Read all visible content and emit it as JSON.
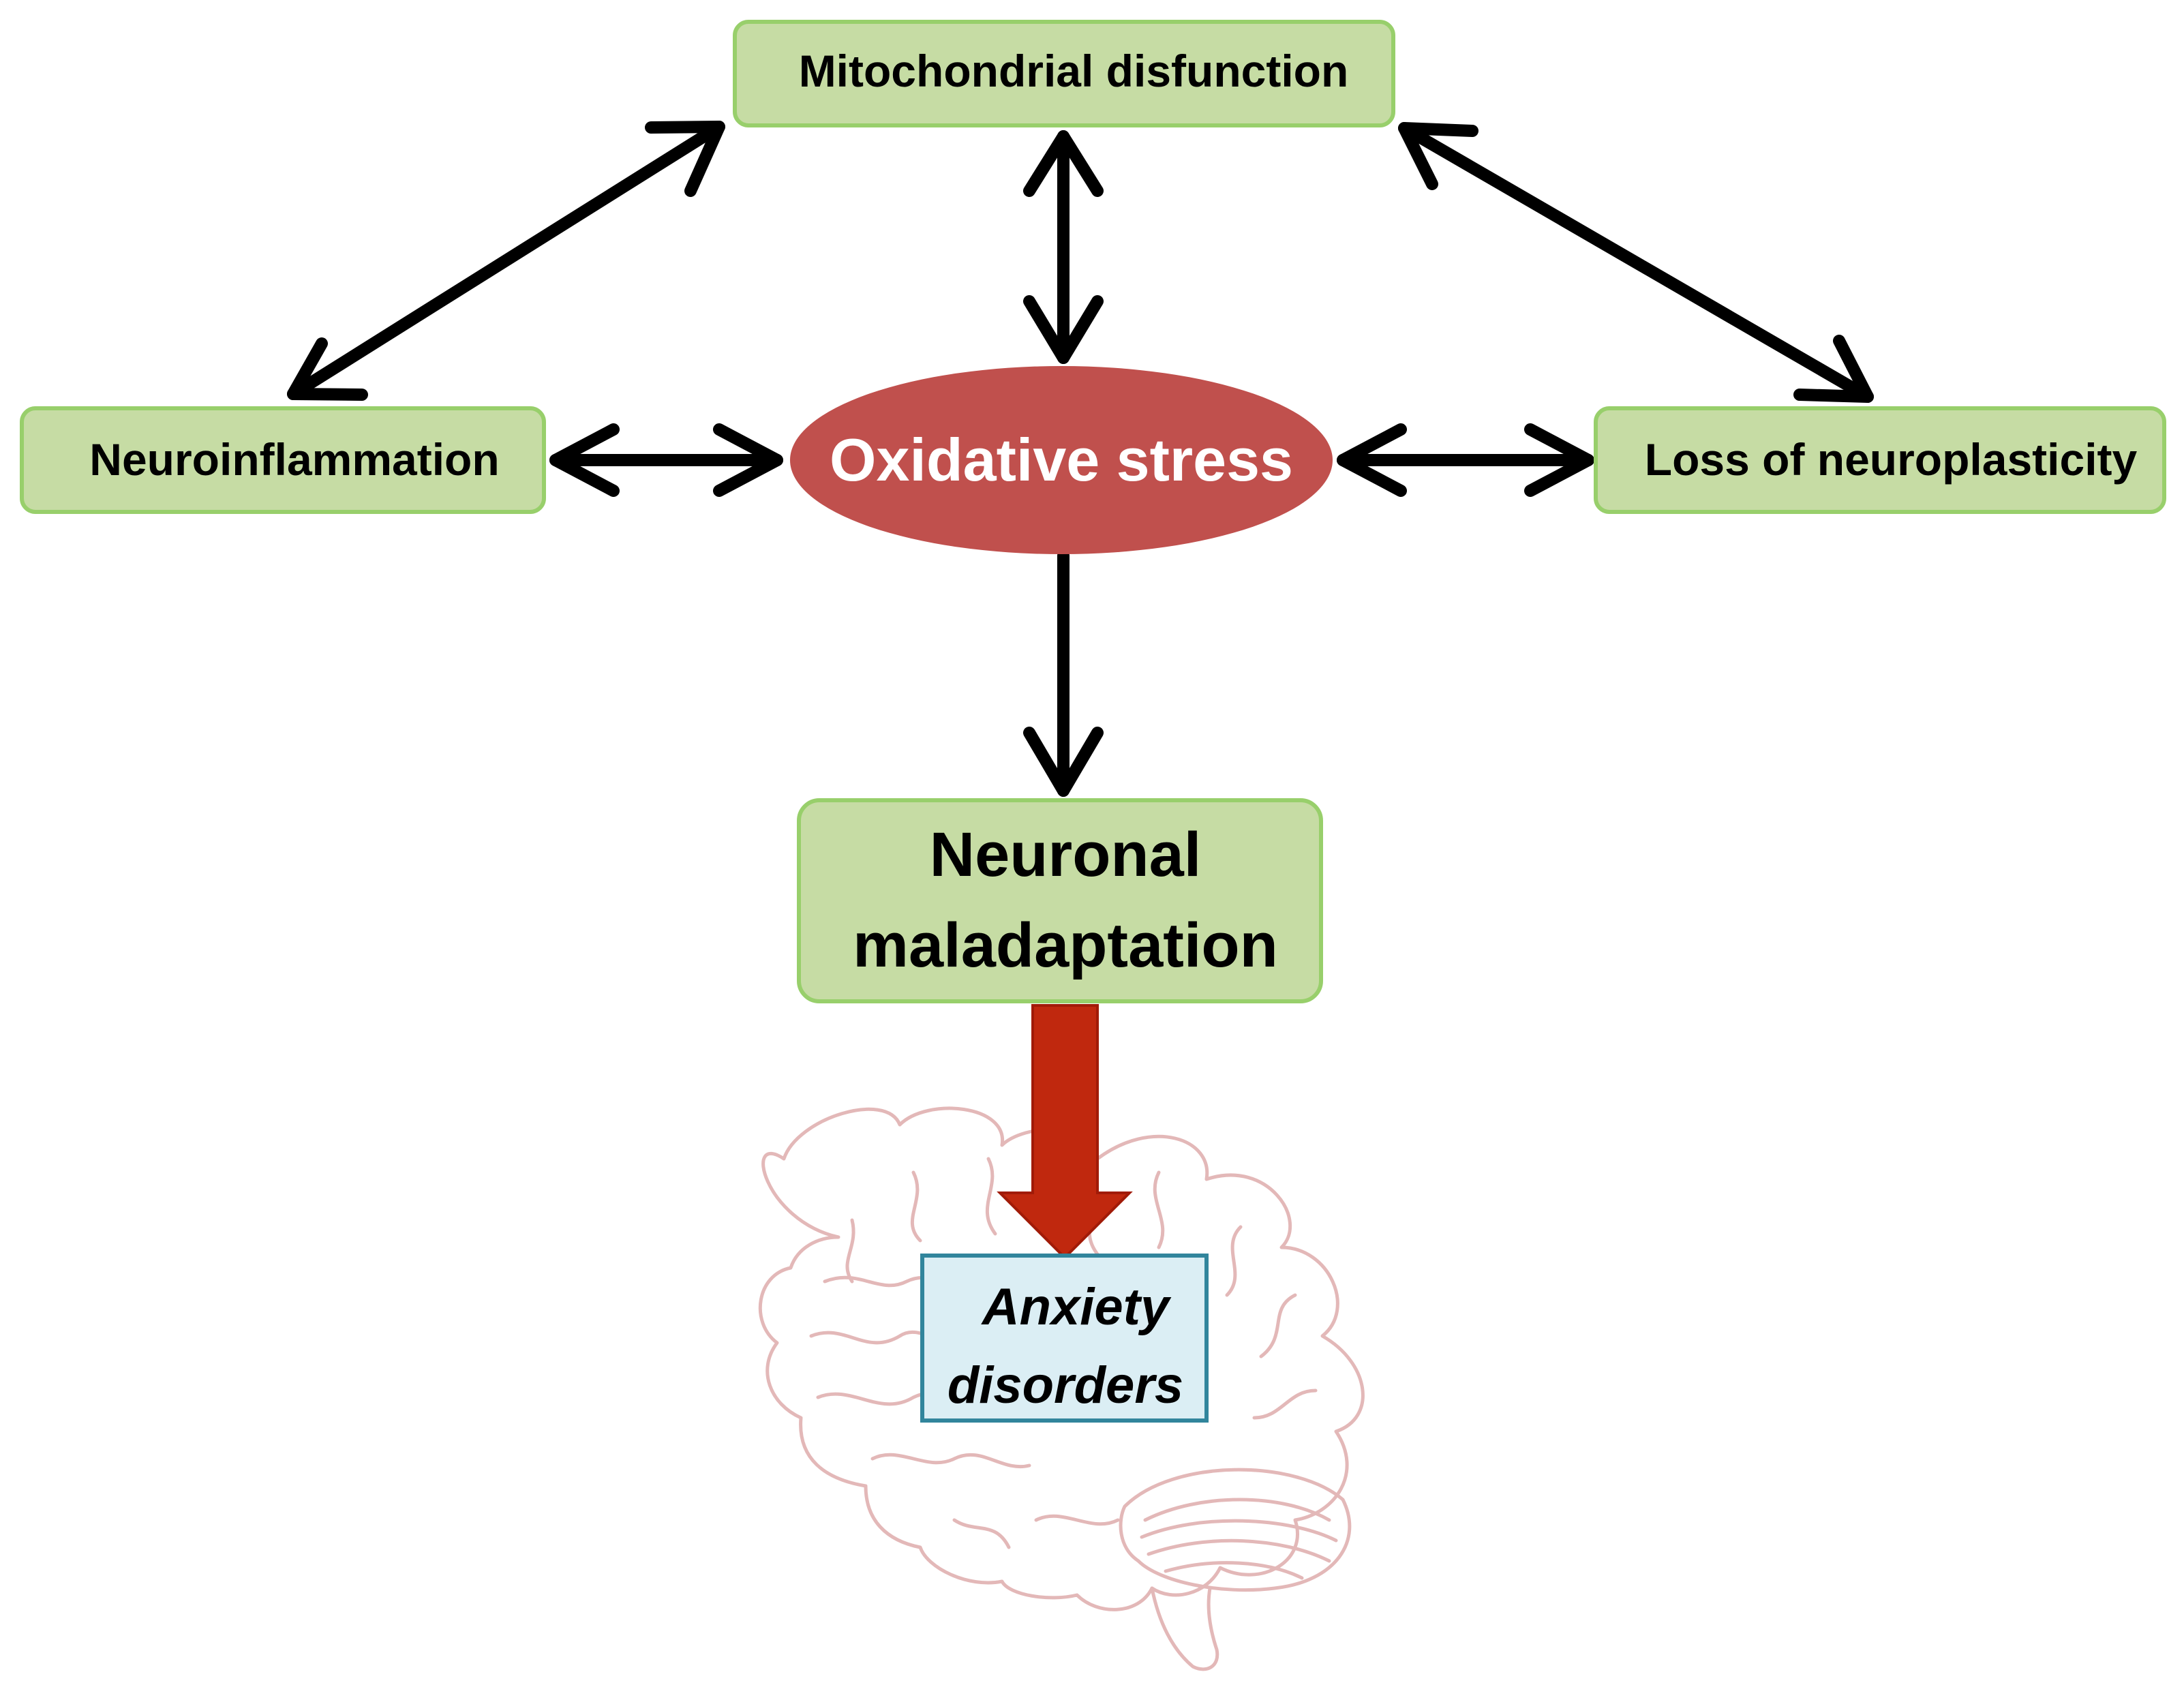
{
  "nodes": {
    "mitochondrial": {
      "label": "Mitochondrial disfunction"
    },
    "neuroinflammation": {
      "label": "Neuroinflammation"
    },
    "oxidative": {
      "label": "Oxidative stress"
    },
    "neuroplasticity": {
      "label": "Loss of neuroplasticity"
    },
    "maladaptation": {
      "line1": "Neuronal",
      "line2": "maladaptation"
    },
    "anxiety": {
      "line1": "Anxiety",
      "line2": "disorders"
    }
  },
  "edges": [
    {
      "from": "mitochondrial",
      "to": "neuroinflammation",
      "direction": "both"
    },
    {
      "from": "mitochondrial",
      "to": "oxidative",
      "direction": "both"
    },
    {
      "from": "mitochondrial",
      "to": "neuroplasticity",
      "direction": "both"
    },
    {
      "from": "neuroinflammation",
      "to": "oxidative",
      "direction": "both"
    },
    {
      "from": "oxidative",
      "to": "neuroplasticity",
      "direction": "both"
    },
    {
      "from": "oxidative",
      "to": "maladaptation",
      "direction": "forward"
    },
    {
      "from": "maladaptation",
      "to": "anxiety",
      "direction": "forward",
      "style": "thick-red"
    }
  ],
  "colors": {
    "box_fill": "#c6dca4",
    "box_border": "#98cf6b",
    "ellipse_fill": "#c0504d",
    "ellipse_text": "#ffffff",
    "anxiety_fill": "#dbeef4",
    "anxiety_border": "#31859c",
    "big_arrow": "#c0280e",
    "big_arrow_edge": "#a11b08",
    "brain_line": "#e3b8b8",
    "arrow": "#000000"
  },
  "icons": {
    "brain": "brain-outline-icon"
  }
}
